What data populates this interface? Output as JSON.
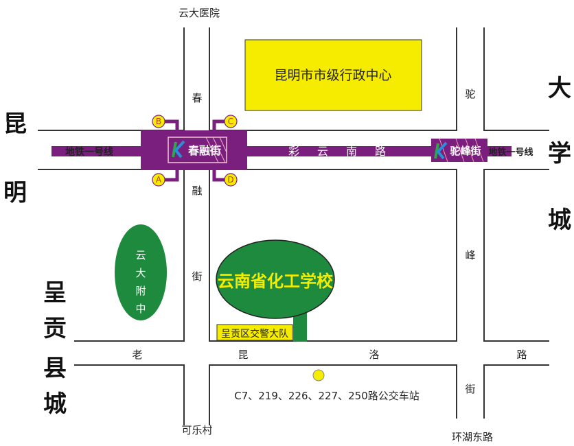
{
  "places": {
    "hospital": "云大医院",
    "admin_center": "昆明市市级行政中心",
    "school": "云南省化工学校",
    "middle_school": [
      "云",
      "大",
      "附",
      "中"
    ],
    "police": "呈贡区交警大队",
    "bus_stop": "C7、219、226、227、250路公交车站",
    "kele_village": "可乐村",
    "huanhu_road": "环湖东路"
  },
  "regions": {
    "kunming": [
      "昆",
      "明"
    ],
    "university_town": [
      "大",
      "学",
      "城"
    ],
    "chenggong": [
      "呈",
      "贡",
      "县",
      "城"
    ]
  },
  "roads": {
    "chunrong": [
      "春",
      "融",
      "街"
    ],
    "tuofeng": [
      "驼",
      "峰",
      "街"
    ],
    "caiyun": [
      "彩",
      "云",
      "南",
      "路"
    ],
    "laokun": [
      "老",
      "昆",
      "洛",
      "路"
    ]
  },
  "metro": {
    "line_label_left": "地铁一号线",
    "line_label_right": "地铁一号线",
    "station_1": "春融街",
    "station_2": "驼峰街",
    "exits": [
      "A",
      "B",
      "C",
      "D"
    ]
  },
  "colors": {
    "metro": "#7b1f7e",
    "admin": "#f5ec00",
    "green": "#1e8a3e",
    "school_text": "#f5ec00",
    "exit": "#f5ec00"
  }
}
